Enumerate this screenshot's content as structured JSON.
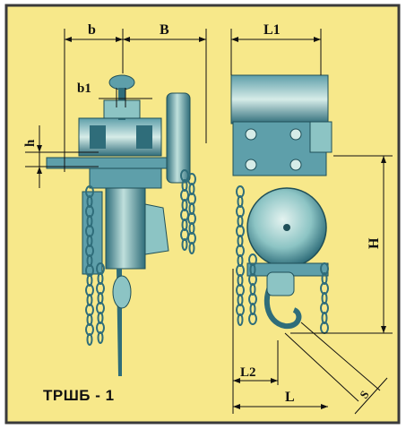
{
  "colors": {
    "background": "#f7e88a",
    "frame": "#3a3a3a",
    "metal_dark": "#2f6d7a",
    "metal_mid": "#5e9faa",
    "metal_light": "#bfe0dc",
    "dimension_line": "#111111"
  },
  "labels": {
    "b": "b",
    "B": "B",
    "b1": "b1",
    "h": "h",
    "L1": "L1",
    "H": "H",
    "L2": "L2",
    "L": "L",
    "S": "S"
  },
  "caption": "ТРШБ - 1"
}
